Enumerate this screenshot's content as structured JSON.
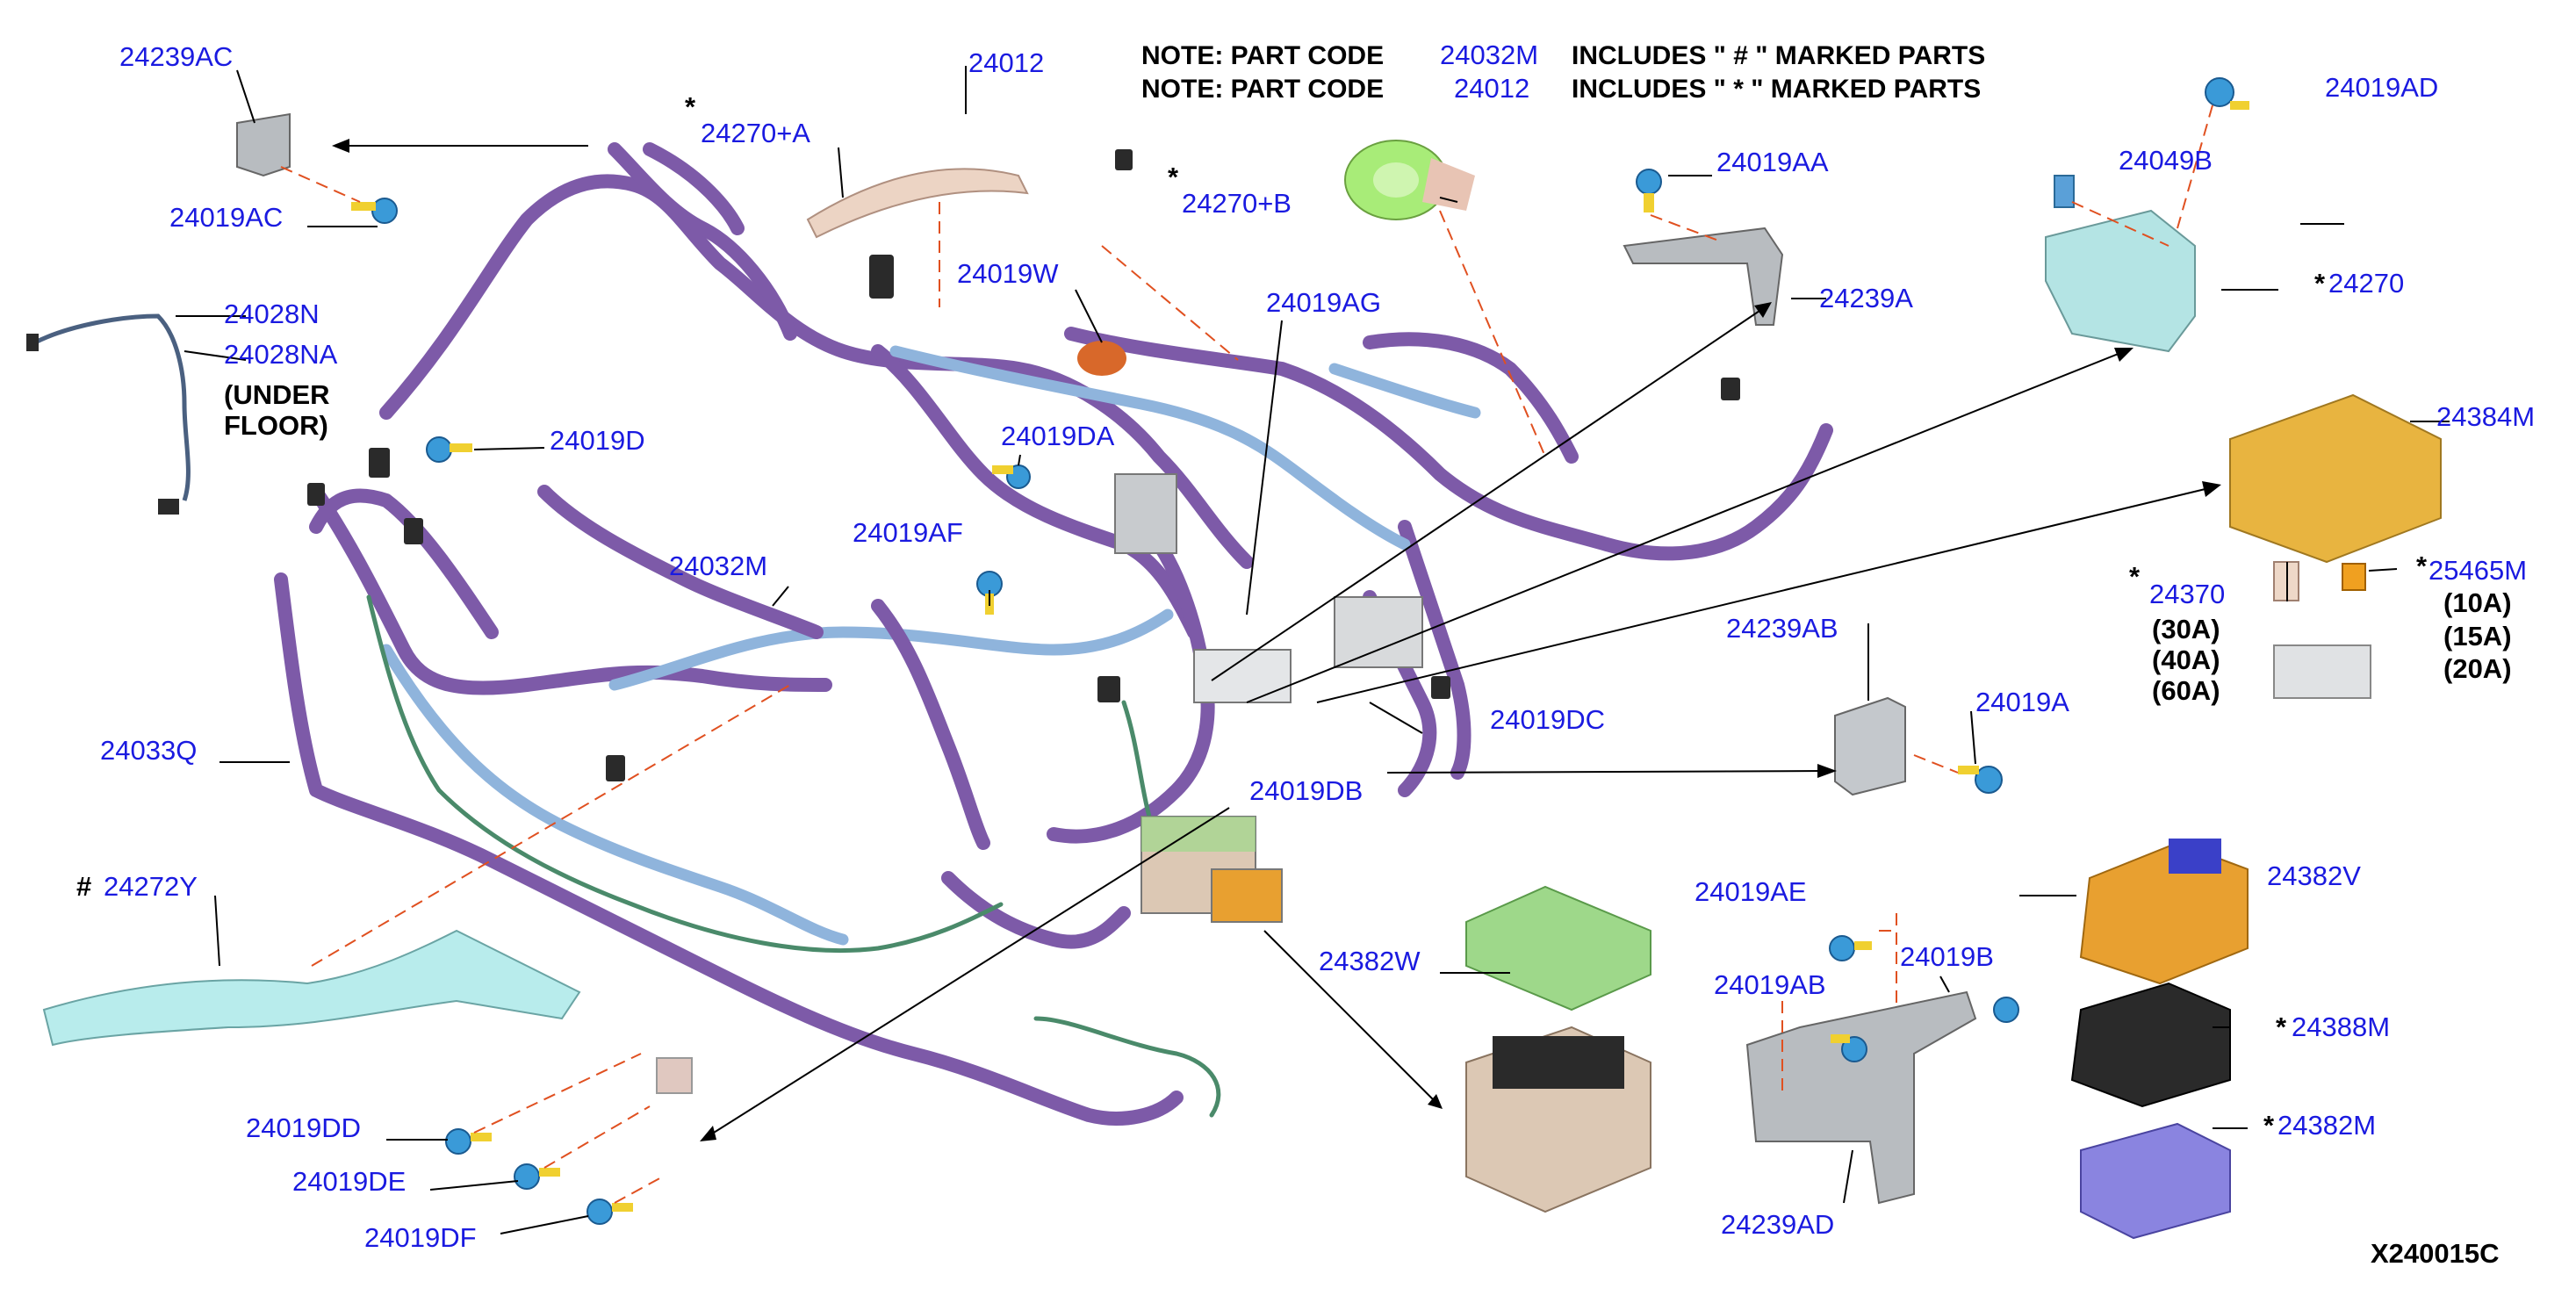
{
  "diagram_id": "X240015C",
  "notes": [
    {
      "prefix": "NOTE: PART CODE ",
      "code": "24032M",
      "suffix": "INCLUDES \" # \" MARKED PARTS"
    },
    {
      "prefix": "NOTE: PART CODE ",
      "code": "24012",
      "suffix": "INCLUDES \" * \" MARKED PARTS"
    }
  ],
  "labels": {
    "p24239AC": "24239AC",
    "p24019AC": "24019AC",
    "p24028N": "24028N",
    "p24028NA": "24028NA",
    "under": "(UNDER",
    "floor": "FLOOR)",
    "p24019D": "24019D",
    "p24270A": "24270+A",
    "p24012": "24012",
    "p24019W": "24019W",
    "p24270B": "24270+B",
    "p24019AA": "24019AA",
    "p24239A": "24239A",
    "p24019AD": "24019AD",
    "p24049B": "24049B",
    "p24270": "24270",
    "p24019AG": "24019AG",
    "p24019DA": "24019DA",
    "p24019AF": "24019AF",
    "p24032M": "24032M",
    "p24384M": "24384M",
    "p24370": "24370",
    "p25465M": "25465M",
    "a30": "(30A)",
    "a40": "(40A)",
    "a60": "(60A)",
    "a10": "(10A)",
    "a15": "(15A)",
    "a20": "(20A)",
    "p24239AB": "24239AB",
    "p24019A": "24019A",
    "p24019DC": "24019DC",
    "p24033Q": "24033Q",
    "p24019DB": "24019DB",
    "p24272Y": "24272Y",
    "p24382W": "24382W",
    "p24019AE": "24019AE",
    "p24019B": "24019B",
    "p24019AB": "24019AB",
    "p24382V": "24382V",
    "p24388M": "24388M",
    "p24382M": "24382M",
    "p24239AD": "24239AD",
    "p24019DD": "24019DD",
    "p24019DE": "24019DE",
    "p24019DF": "24019DF",
    "star": "*",
    "hash": "#"
  },
  "colors": {
    "label_blue": "#1a1ae0",
    "harness_purple": "#7d5aa8",
    "harness_lightblue": "#8fb4dc",
    "leader_dash": "#e05020",
    "bracket_gray": "#b8bcc0",
    "fuse_orange": "#e8a030",
    "relay_box_yellow": "#e8b440",
    "cover_green": "#9ed88a",
    "cover_cyan": "#a8e4e4",
    "cover_black": "#2a2a2a",
    "cover_violet": "#8a84e0",
    "box_tan": "#dcc8b4"
  }
}
